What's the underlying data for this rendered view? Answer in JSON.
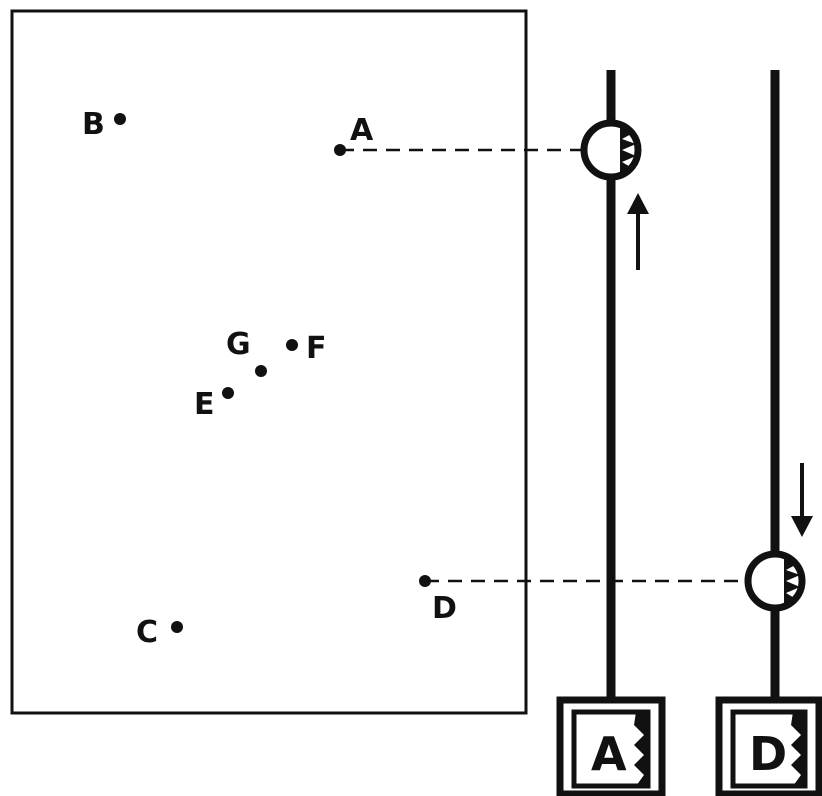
{
  "points": [
    {
      "id": "A",
      "label": "A"
    },
    {
      "id": "B",
      "label": "B"
    },
    {
      "id": "C",
      "label": "C"
    },
    {
      "id": "D",
      "label": "D"
    },
    {
      "id": "E",
      "label": "E"
    },
    {
      "id": "F",
      "label": "F"
    },
    {
      "id": "G",
      "label": "G"
    }
  ],
  "pendulums": [
    {
      "id": "A",
      "label": "A",
      "direction": "up"
    },
    {
      "id": "D",
      "label": "D",
      "direction": "down"
    }
  ],
  "colors": {
    "ink": "#111111",
    "background": "#ffffff"
  }
}
